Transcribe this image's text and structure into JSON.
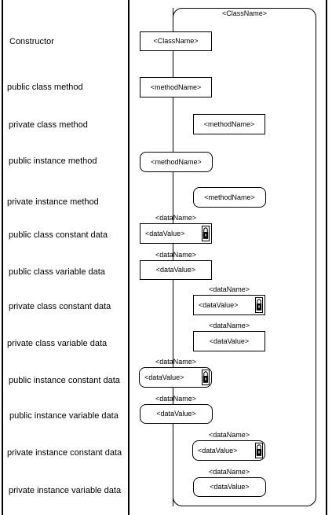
{
  "class_name": "<ClassName>",
  "rows": [
    {
      "label": "Constructor"
    },
    {
      "label": "public class method"
    },
    {
      "label": "private class method"
    },
    {
      "label": "public instance method"
    },
    {
      "label": "private instance method"
    },
    {
      "label": "public class constant data"
    },
    {
      "label": "public class variable data"
    },
    {
      "label": "private class constant data"
    },
    {
      "label": "private class variable data"
    },
    {
      "label": "public instance constant data"
    },
    {
      "label": "public instance variable data"
    },
    {
      "label": "private instance constant data"
    },
    {
      "label": "private instance variable data"
    }
  ],
  "nodes": {
    "constructor": {
      "text": "<ClassName>"
    },
    "public_class_method": {
      "text": "<methodName>"
    },
    "private_class_method": {
      "text": "<methodName>"
    },
    "public_instance_method": {
      "text": "<methodName>"
    },
    "private_instance_method": {
      "text": "<methodName>"
    },
    "public_class_constant": {
      "name": "<dataName>",
      "value": "<dataValue>"
    },
    "public_class_variable": {
      "name": "<dataName>",
      "value": "<dataValue>"
    },
    "private_class_constant": {
      "name": "<dataName>",
      "value": "<dataValue>"
    },
    "private_class_variable": {
      "name": "<dataName>",
      "value": "<dataValue>"
    },
    "public_instance_constant": {
      "name": "<dataName>",
      "value": "<dataValue>"
    },
    "public_instance_variable": {
      "name": "<dataName>",
      "value": "<dataValue>"
    },
    "private_instance_constant": {
      "name": "<dataName>",
      "value": "<dataValue>"
    },
    "private_instance_variable": {
      "name": "<dataName>",
      "value": "<dataValue>"
    }
  },
  "icons": {
    "lock": "padlock-icon"
  }
}
